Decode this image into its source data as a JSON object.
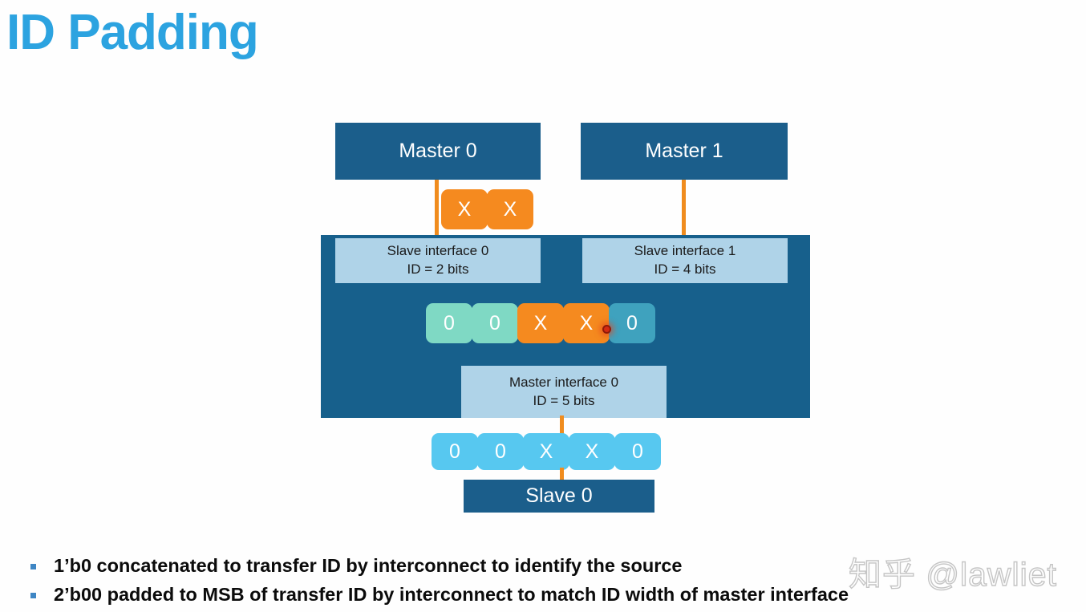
{
  "title": "ID Padding",
  "colors": {
    "title_blue": "#2CA3E0",
    "dark_box": "#1B5E8B",
    "interconnect": "#17608C",
    "light_box": "#AFD3E8",
    "wire_orange": "#F08C1E",
    "cell_orange": "#F58A1F",
    "cell_mint": "#7FD9C4",
    "cell_teal": "#3FA2BE",
    "cell_blue": "#57C8F0",
    "bullet_marker": "#3E86C4",
    "cursor_dot": "#D42A12"
  },
  "diagram": {
    "masters": [
      {
        "label": "Master 0"
      },
      {
        "label": "Master 1"
      }
    ],
    "master0_id_bits": {
      "cells": [
        {
          "value": "X",
          "color": "orange"
        },
        {
          "value": "X",
          "color": "orange"
        }
      ]
    },
    "slave_interfaces": [
      {
        "name": "Slave interface 0",
        "id_width": "ID = 2 bits"
      },
      {
        "name": "Slave interface 1",
        "id_width": "ID = 4 bits"
      }
    ],
    "internal_id_bits": {
      "cells": [
        {
          "value": "0",
          "color": "mint"
        },
        {
          "value": "0",
          "color": "mint"
        },
        {
          "value": "X",
          "color": "orange"
        },
        {
          "value": "X",
          "color": "orange"
        },
        {
          "value": "0",
          "color": "teal"
        }
      ]
    },
    "master_interface": {
      "name": "Master interface 0",
      "id_width": "ID = 5 bits"
    },
    "output_id_bits": {
      "cells": [
        {
          "value": "0",
          "color": "blue"
        },
        {
          "value": "0",
          "color": "blue"
        },
        {
          "value": "X",
          "color": "blue"
        },
        {
          "value": "X",
          "color": "blue"
        },
        {
          "value": "0",
          "color": "blue"
        }
      ]
    },
    "slave": {
      "label": "Slave 0"
    }
  },
  "bullets": [
    "1’b0 concatenated to transfer ID by interconnect to identify the source",
    "2’b00 padded to MSB of transfer ID by interconnect to match ID width of master interface"
  ],
  "watermark": "知乎 @lawliet"
}
